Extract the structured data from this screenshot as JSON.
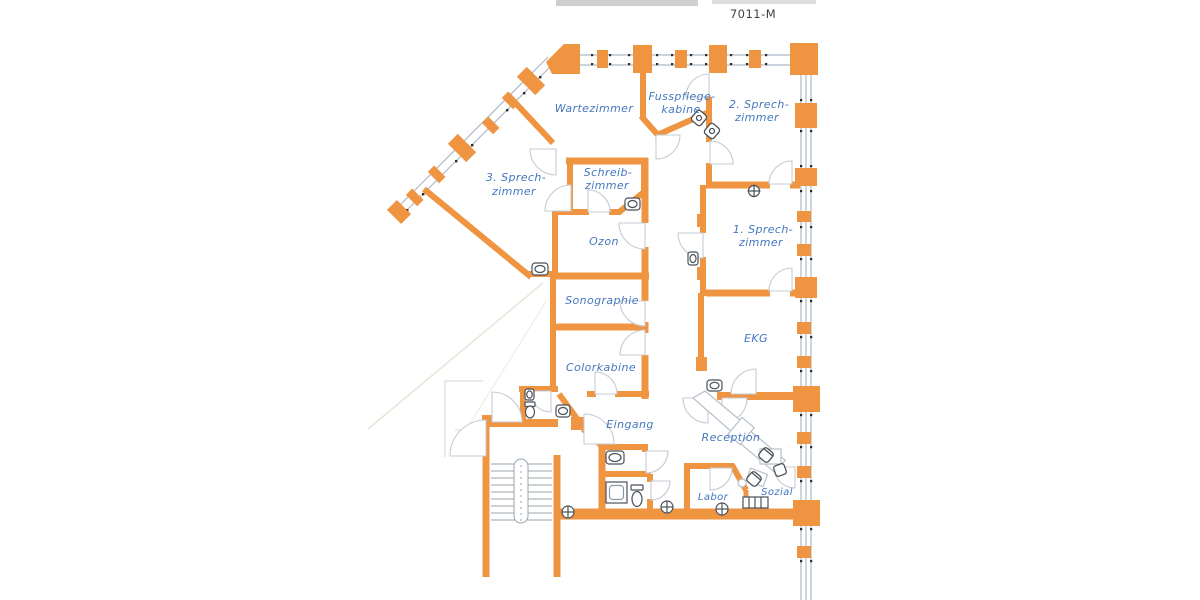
{
  "title": "7011-M",
  "colors": {
    "wall": "#EF9440",
    "label": "#4477BE",
    "band_line": "#ACB9C6",
    "fixture": "#4A525A",
    "furniture": "#B6BFC8"
  },
  "rooms": {
    "wartezimmer": {
      "label": "Wartezimmer"
    },
    "fusspflegekabine": {
      "line1": "Fusspflege-",
      "line2": "kabine"
    },
    "sprechzimmer2": {
      "line1": "2. Sprech-",
      "line2": "zimmer"
    },
    "sprechzimmer3": {
      "line1": "3. Sprech-",
      "line2": "zimmer"
    },
    "schreibzimmer": {
      "line1": "Schreib-",
      "line2": "zimmer"
    },
    "ozon": {
      "label": "Ozon"
    },
    "sprechzimmer1": {
      "line1": "1. Sprech-",
      "line2": "zimmer"
    },
    "sonographie": {
      "label": "Sonographie"
    },
    "ekg": {
      "label": "EKG"
    },
    "colorkabine": {
      "label": "Colorkabine"
    },
    "eingang": {
      "label": "Eingang"
    },
    "reception": {
      "label": "Reception"
    },
    "labor": {
      "label": "Labor"
    },
    "sozial": {
      "label": "Sozial"
    }
  }
}
